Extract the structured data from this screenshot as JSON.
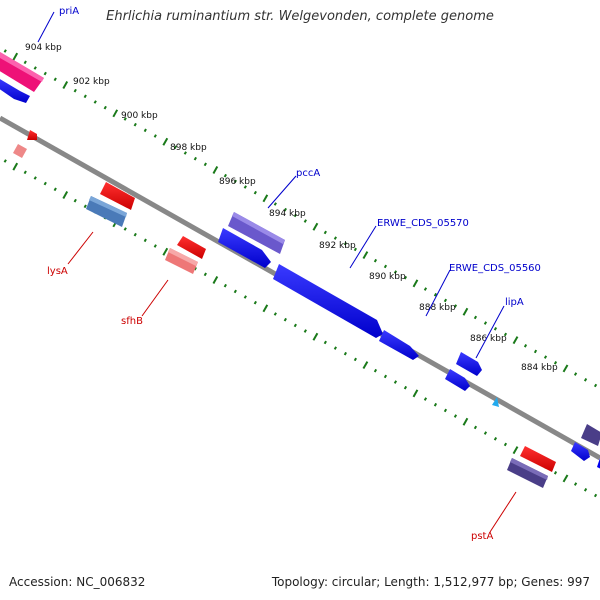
{
  "title": "Ehrlichia ruminantium str. Welgevonden, complete genome",
  "footer": {
    "accession": "Accession: NC_006832",
    "summary": "Topology: circular; Length: 1,512,977 bp; Genes: 997"
  },
  "colors": {
    "backbone": "#808080",
    "ticks": "#1a7a1a",
    "forward_label": "#0000cc",
    "reverse_label": "#cc0000",
    "cds_forward": "#0000ee",
    "cds_reverse": "#ee0000",
    "rrna": "#5533aa",
    "trna": "#22aaee"
  },
  "scale_labels": [
    "904 kbp",
    "902 kbp",
    "900 kbp",
    "898 kbp",
    "896 kbp",
    "894 kbp",
    "892 kbp",
    "890 kbp",
    "888 kbp",
    "886 kbp",
    "884 kbp"
  ],
  "gene_labels": {
    "forward": [
      "priA",
      "pccA",
      "ERWE_CDS_05570",
      "ERWE_CDS_05560",
      "lipA"
    ],
    "reverse": [
      "lysA",
      "sfhB",
      "pstA"
    ]
  }
}
